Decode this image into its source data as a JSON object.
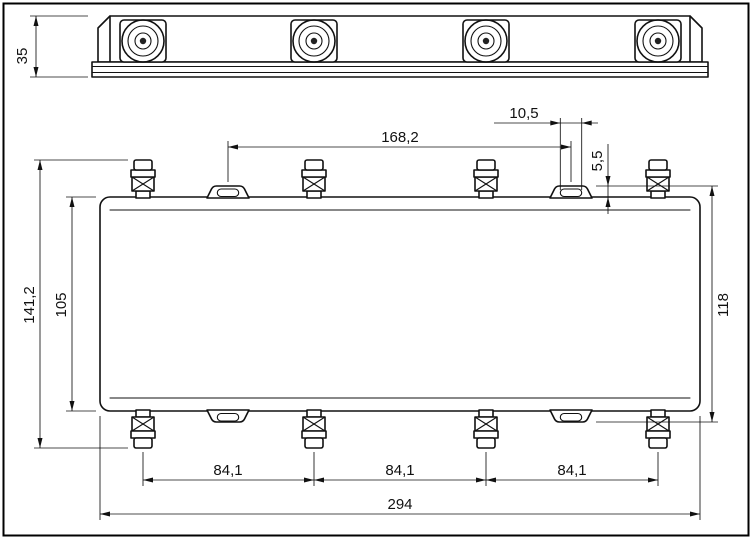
{
  "dimensions": {
    "side_view_height": "35",
    "tab_hole_spacing": "168,2",
    "slot_length": "10,5",
    "tab_protrusion": "5,5",
    "overall_height": "141,2",
    "body_height": "105",
    "tab_span_height": "118",
    "connector_pitch_a": "84,1",
    "connector_pitch_b": "84,1",
    "connector_pitch_c": "84,1",
    "overall_width": "294"
  },
  "colors": {
    "line": "#111111",
    "background": "#ffffff"
  }
}
